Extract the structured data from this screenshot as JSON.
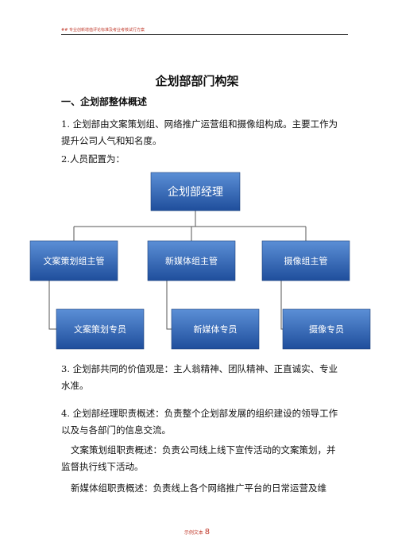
{
  "header": {
    "text": "## 专业创新增值评论标准及考业考核试行方案"
  },
  "document": {
    "title": "企划部部门构架",
    "section1_heading": "一、企划部整体概述",
    "paragraphs": [
      "1. 企划部由文案策划组、网络推广运营组和摄像组构成。主要工作为提升公司人气和知名度。",
      "2.人员配置为：",
      "3. 企划部共同的价值观是：主人翁精神、团队精神、正直诚实、专业水准。",
      "4. 企划部经理职责概述：负责整个企划部发展的组织建设的领导工作以及与各部门的信息交流。",
      "文案策划组职责概述：负责公司线上线下宣传活动的文案策划，并监督执行线下活动。",
      "新媒体组职责概述：负责线上各个网络推广平台的日常运营及维"
    ]
  },
  "org_chart": {
    "root": "企划部经理",
    "groups": [
      {
        "lead": "文案策划组主管",
        "member": "文案策划专员"
      },
      {
        "lead": "新媒体组主管",
        "member": "新媒体专员"
      },
      {
        "lead": "摄像组主管",
        "member": "摄像专员"
      }
    ],
    "colors": {
      "box_top": "#5b8fd6",
      "box_bottom": "#1f4e9c",
      "line": "#555555"
    }
  },
  "footer": {
    "prefix": "示例文本",
    "page_number": "8"
  }
}
